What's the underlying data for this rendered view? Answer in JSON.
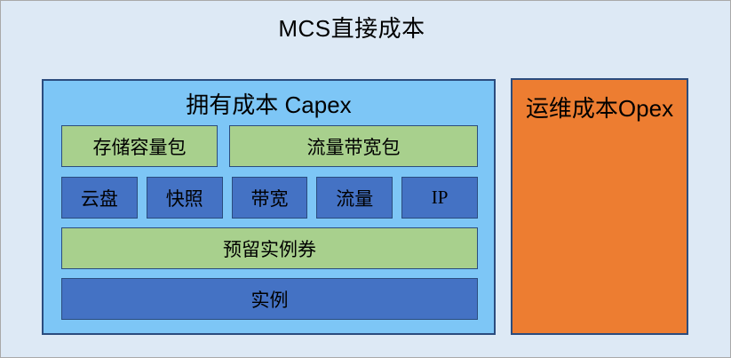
{
  "diagram": {
    "title": "MCS直接成本"
  },
  "capex": {
    "title": "拥有成本 Capex",
    "rows": [
      {
        "style": "green",
        "cells": [
          "存储容量包",
          "流量带宽包"
        ]
      },
      {
        "style": "blue",
        "cells": [
          "云盘",
          "快照",
          "带宽",
          "流量",
          "IP"
        ]
      },
      {
        "style": "green",
        "cells": [
          "预留实例券"
        ]
      },
      {
        "style": "blue",
        "cells": [
          "实例"
        ]
      }
    ]
  },
  "opex": {
    "title": "运维成本Opex"
  },
  "colors": {
    "background": "#dde9f5",
    "capex_fill": "#7dc6f6",
    "opex_fill": "#ed7d31",
    "green_fill": "#a8d08d",
    "blue_fill": "#4472c4",
    "border": "#2b4c7e"
  }
}
